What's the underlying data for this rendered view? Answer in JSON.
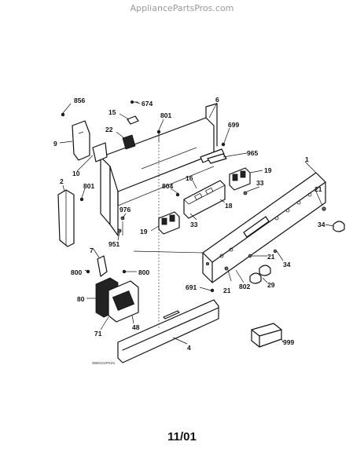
{
  "watermark": "AppliancePartsPros.com",
  "date": "11/01",
  "diagram_code": "3560121P01N",
  "callouts": [
    "856",
    "674",
    "6",
    "15",
    "801",
    "22",
    "699",
    "9",
    "965",
    "10",
    "19",
    "1",
    "2",
    "801",
    "804",
    "16",
    "33",
    "21",
    "976",
    "18",
    "33",
    "34",
    "19",
    "951",
    "7",
    "21",
    "800",
    "800",
    "34",
    "691",
    "802",
    "21",
    "29",
    "80",
    "48",
    "71",
    "4",
    "999"
  ]
}
